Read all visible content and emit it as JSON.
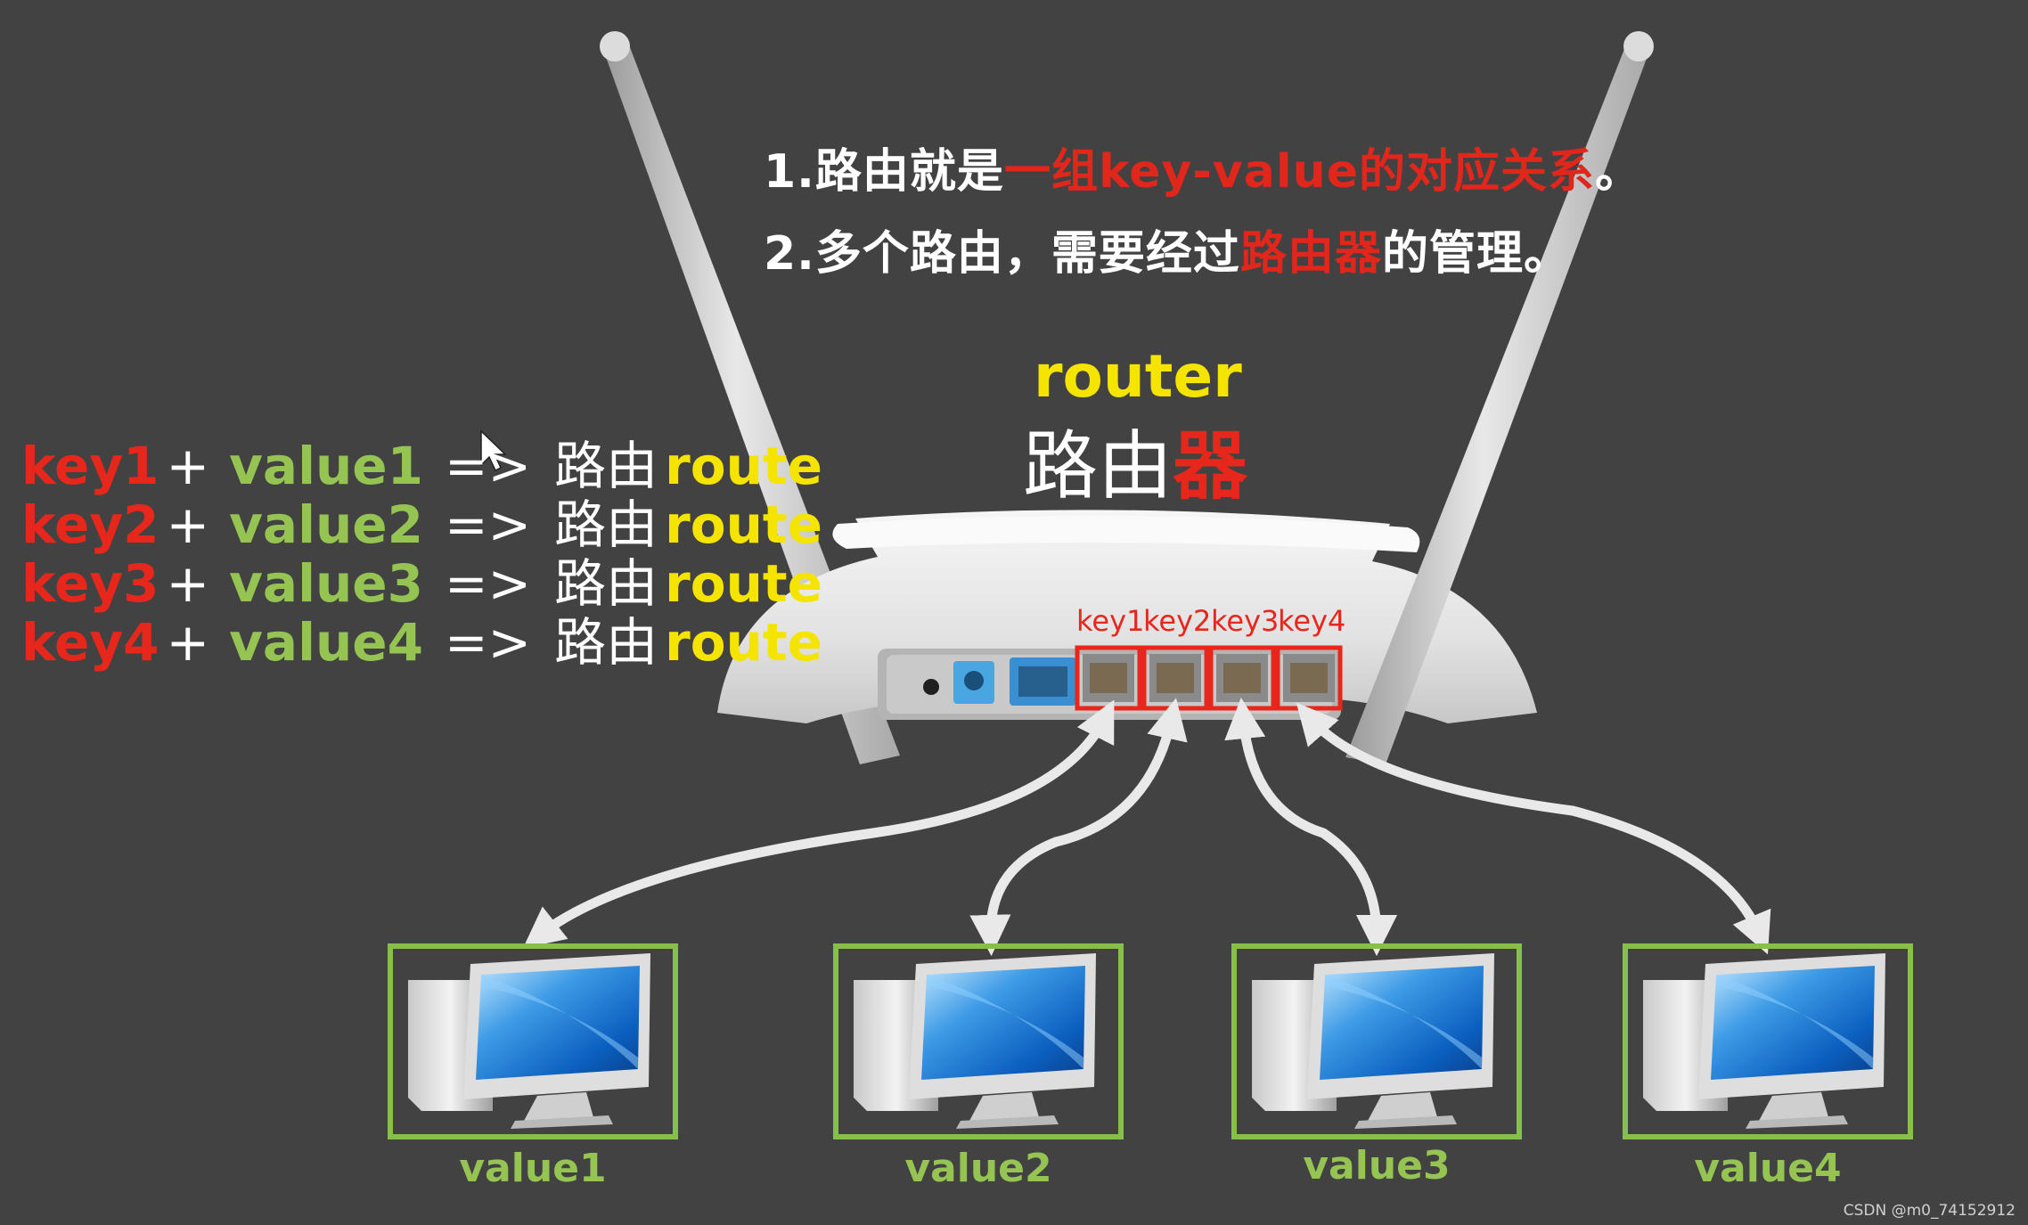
{
  "notes": {
    "line1": {
      "pre": "1.路由就是",
      "highlight": "一组key-value的对应关系",
      "post": "。"
    },
    "line2": {
      "pre": "2.多个路由，需要经过",
      "highlight": "路由器",
      "post": "的管理。"
    }
  },
  "router": {
    "title_en": "router",
    "title_zh_plain": "路由",
    "title_zh_highlight": "器",
    "ports": [
      "key1",
      "key2",
      "key3",
      "key4"
    ]
  },
  "routes": [
    {
      "key": "key1",
      "plus": "+",
      "value": "value1",
      "arrow": "=>",
      "zh": "路由",
      "en": "route"
    },
    {
      "key": "key2",
      "plus": "+",
      "value": "value2",
      "arrow": "=>",
      "zh": "路由",
      "en": "route"
    },
    {
      "key": "key3",
      "plus": "+",
      "value": "value3",
      "arrow": "=>",
      "zh": "路由",
      "en": "route"
    },
    {
      "key": "key4",
      "plus": "+",
      "value": "value4",
      "arrow": "=>",
      "zh": "路由",
      "en": "route"
    }
  ],
  "computers": [
    {
      "label": "value1"
    },
    {
      "label": "value2"
    },
    {
      "label": "value3"
    },
    {
      "label": "value4"
    }
  ],
  "watermark": "CSDN @m0_74152912",
  "colors": {
    "background": "#424242",
    "key_red": "#e8271c",
    "value_green": "#95c452",
    "route_yellow": "#f5e400",
    "frame_green": "#86c04a",
    "port_box_red": "#e8271c"
  }
}
